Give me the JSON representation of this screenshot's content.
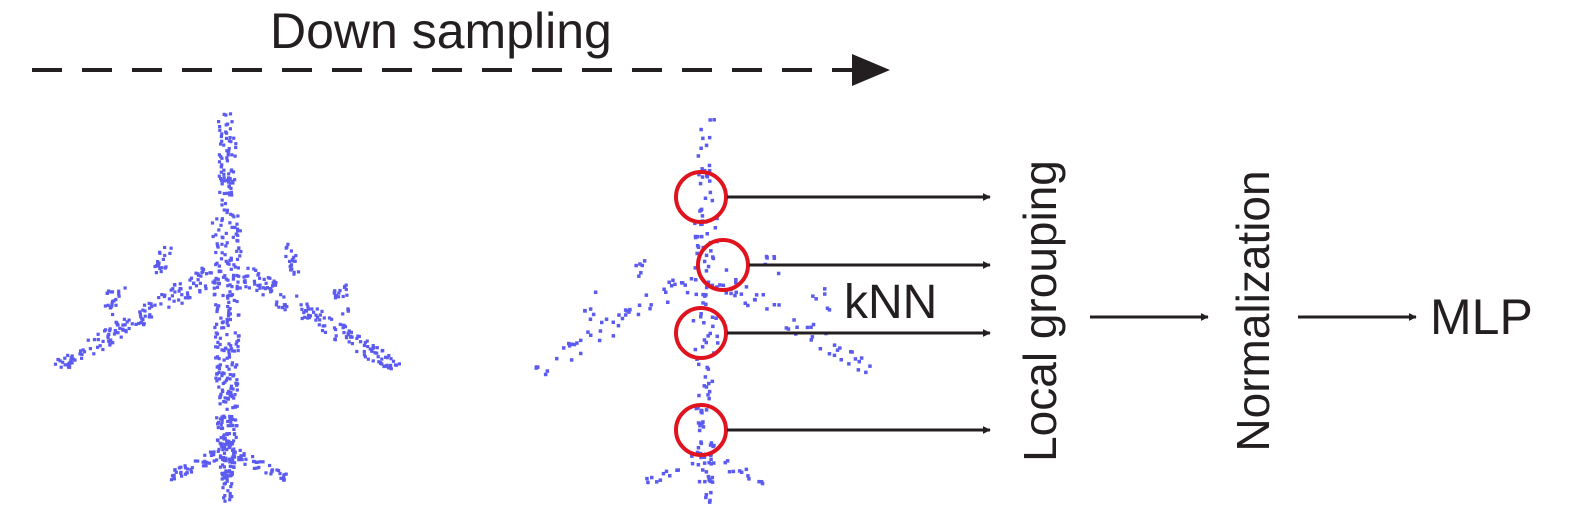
{
  "diagram": {
    "title": "Down sampling",
    "knn_label": "kNN",
    "stages": [
      "Local grouping",
      "Normalization",
      "MLP"
    ]
  },
  "colors": {
    "points": "#5b5bf0",
    "circles": "#e0141e",
    "ink": "#231f20",
    "background": "#ffffff"
  }
}
